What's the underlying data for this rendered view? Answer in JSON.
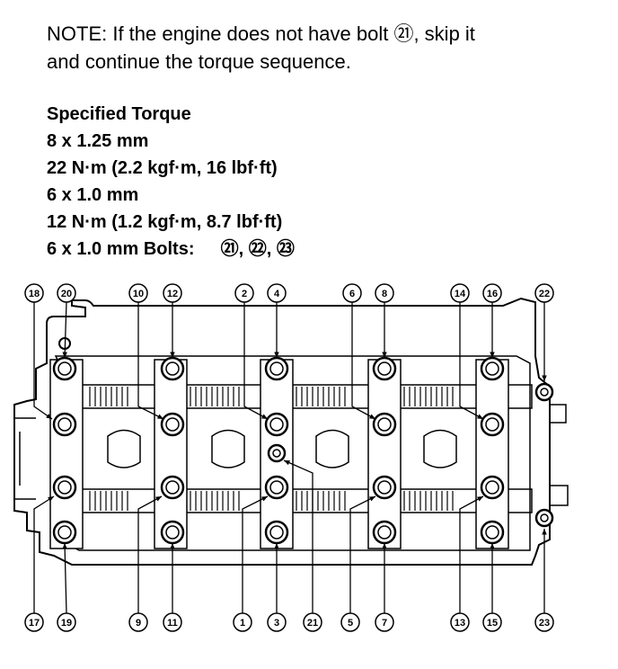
{
  "note": {
    "line1": "NOTE: If the engine does not have bolt ㉑, skip it",
    "line2": "and continue the torque sequence."
  },
  "specs": {
    "heading": "Specified Torque",
    "size_a": "8 x 1.25 mm",
    "torque_a": "22 N·m (2.2 kgf·m, 16 lbf·ft)",
    "size_b": "6 x 1.0 mm",
    "torque_b": "12 N·m (1.2 kgf·m, 8.7 lbf·ft)",
    "small_bolts_label": "6 x 1.0 mm Bolts:",
    "small_bolts_list": "㉑, ㉒, ㉓"
  },
  "top_callouts": [
    "18",
    "20",
    "10",
    "12",
    "2",
    "4",
    "6",
    "8",
    "14",
    "16",
    "22"
  ],
  "bottom_callouts": [
    "17",
    "19",
    "9",
    "11",
    "1",
    "3",
    "21",
    "5",
    "7",
    "13",
    "15",
    "23"
  ]
}
